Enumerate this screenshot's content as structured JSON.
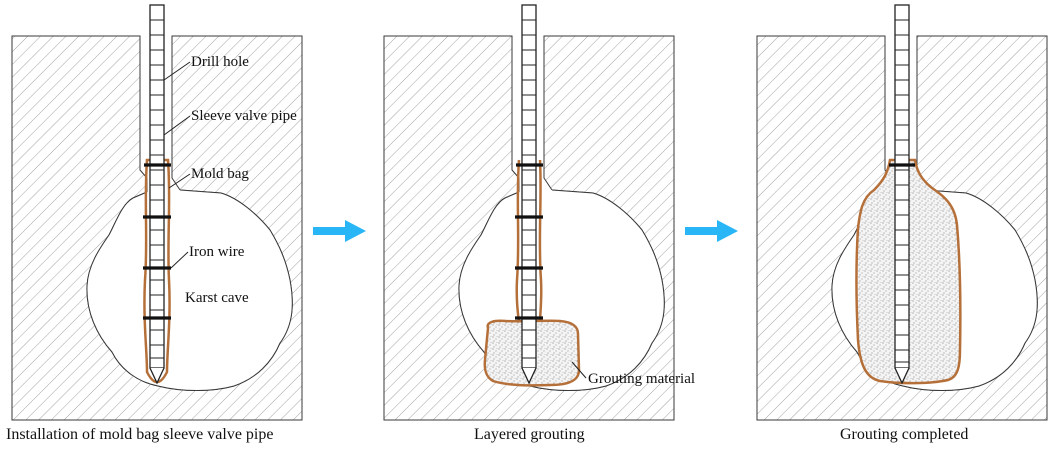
{
  "panels": [
    {
      "caption": "Installation of mold bag sleeve valve pipe",
      "labels": {
        "drill_hole": "Drill hole",
        "sleeve_valve_pipe": "Sleeve valve pipe",
        "mold_bag": "Mold bag",
        "iron_wire": "Iron wire",
        "karst_cave": "Karst cave"
      }
    },
    {
      "caption": "Layered grouting",
      "labels": {
        "grouting_material": "Grouting material"
      }
    },
    {
      "caption": "Grouting completed"
    }
  ],
  "colors": {
    "rock_hatch": "#9a9a9a",
    "outline": "#333333",
    "mold_bag": "#b5703a",
    "arrow": "#29b6f6",
    "grout_fill": "#f0f0f0"
  },
  "icons": [
    "right-arrow-icon",
    "right-arrow-icon"
  ]
}
